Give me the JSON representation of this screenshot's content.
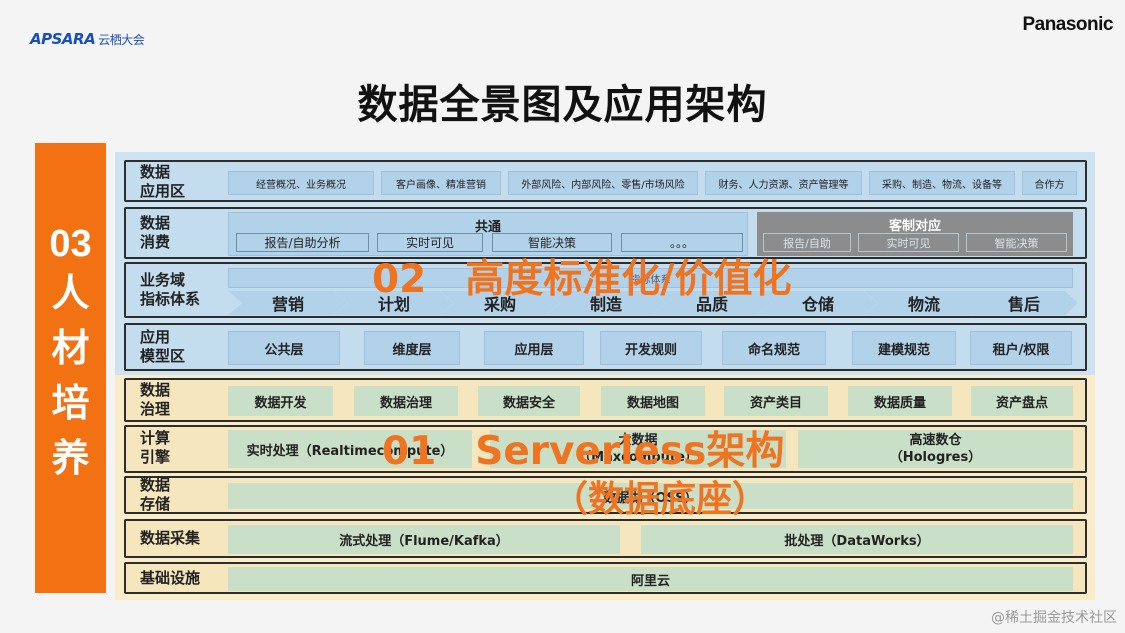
{
  "brand": {
    "apsara": "APSARA",
    "apsara_sub": "云栖大会",
    "panasonic": "Panasonic"
  },
  "title": "数据全景图及应用架构",
  "talent": {
    "num": "03",
    "chars": [
      "人",
      "材",
      "培",
      "养"
    ]
  },
  "rows": {
    "app": {
      "label1": "数据",
      "label2": "应用区",
      "items": [
        "经营概况、业务概况",
        "客户画像、精准营销",
        "外部风险、内部风险、零售/市场风险",
        "财务、人力资源、资产管理等",
        "采购、制造、物流、设备等",
        "合作方"
      ]
    },
    "consume": {
      "label1": "数据",
      "label2": "消费",
      "common": "共通",
      "common_items": [
        "报告/自助分析",
        "实时可见",
        "智能决策",
        "。。。"
      ],
      "custom": "客制对应",
      "custom_items": [
        "报告/自助",
        "实时可见",
        "智能决策"
      ]
    },
    "metric": {
      "label1": "业务域",
      "label2": "指标体系",
      "bar_text": "指标体系",
      "items": [
        "营销",
        "计划",
        "采购",
        "制造",
        "品质",
        "仓储",
        "物流",
        "售后"
      ]
    },
    "model": {
      "label1": "应用",
      "label2": "模型区",
      "items": [
        "公共层",
        "维度层",
        "应用层",
        "开发规则",
        "命名规范",
        "建模规范",
        "租户/权限"
      ]
    },
    "govern": {
      "label1": "数据",
      "label2": "治理",
      "items": [
        "数据开发",
        "数据治理",
        "数据安全",
        "数据地图",
        "资产类目",
        "数据质量",
        "资产盘点"
      ]
    },
    "compute": {
      "label1": "计算",
      "label2": "引擎",
      "items": [
        "实时处理（Realtimecompute）",
        "大数据\n（Maxcompute）",
        "高速数仓\n（Hologres）"
      ]
    },
    "storage": {
      "label1": "数据",
      "label2": "存储",
      "bar": "数据湖（OSS）"
    },
    "collect": {
      "label": "数据采集",
      "items": [
        "流式处理（Flume/Kafka）",
        "批处理（DataWorks）"
      ]
    },
    "infra": {
      "label": "基础设施",
      "bar": "阿里云"
    }
  },
  "overlays": {
    "o2": "02　高度标准化/价值化",
    "o1a": "01　Serverless架构",
    "o1b": "（数据底座）"
  },
  "watermark": "@稀土掘金技术社区"
}
